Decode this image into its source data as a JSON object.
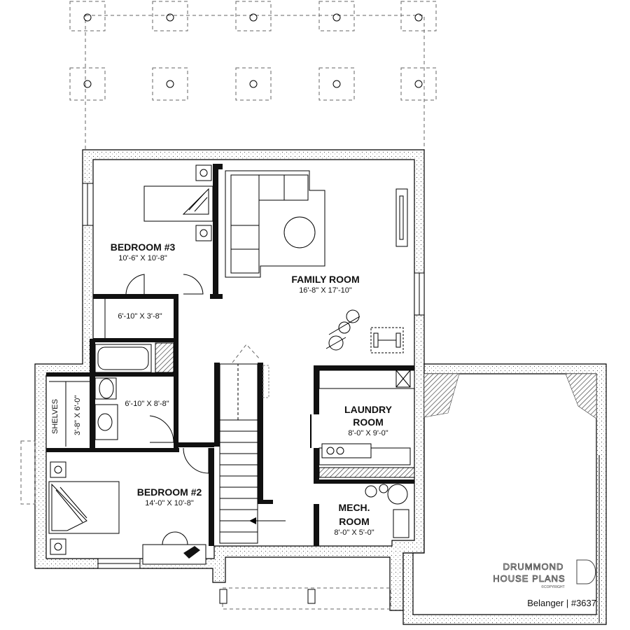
{
  "rooms": {
    "bedroom3": {
      "name": "BEDROOM #3",
      "dims": "10'-6\" X 10'-8\""
    },
    "family": {
      "name": "FAMILY ROOM",
      "dims": "16'-8\" X 17'-10\""
    },
    "closet": {
      "dims": "6'-10\" X 3'-8\""
    },
    "bath": {
      "dims": "6'-10\" X 8'-8\""
    },
    "shelves": {
      "name": "SHELVES",
      "dims": "3'-8\" X 6'-0\""
    },
    "laundry": {
      "name1": "LAUNDRY",
      "name2": "ROOM",
      "dims": "8'-0\" X 9'-0\""
    },
    "bedroom2": {
      "name": "BEDROOM #2",
      "dims": "14'-0\" X 10'-8\""
    },
    "mech": {
      "name1": "MECH.",
      "name2": "ROOM",
      "dims": "8'-0\" X 5'-0\""
    }
  },
  "brand": {
    "line1": "DRUMMOND",
    "line2": "HOUSE PLANS",
    "copyright": "©COPYRIGHT"
  },
  "plan_label": "Belanger | #3637"
}
